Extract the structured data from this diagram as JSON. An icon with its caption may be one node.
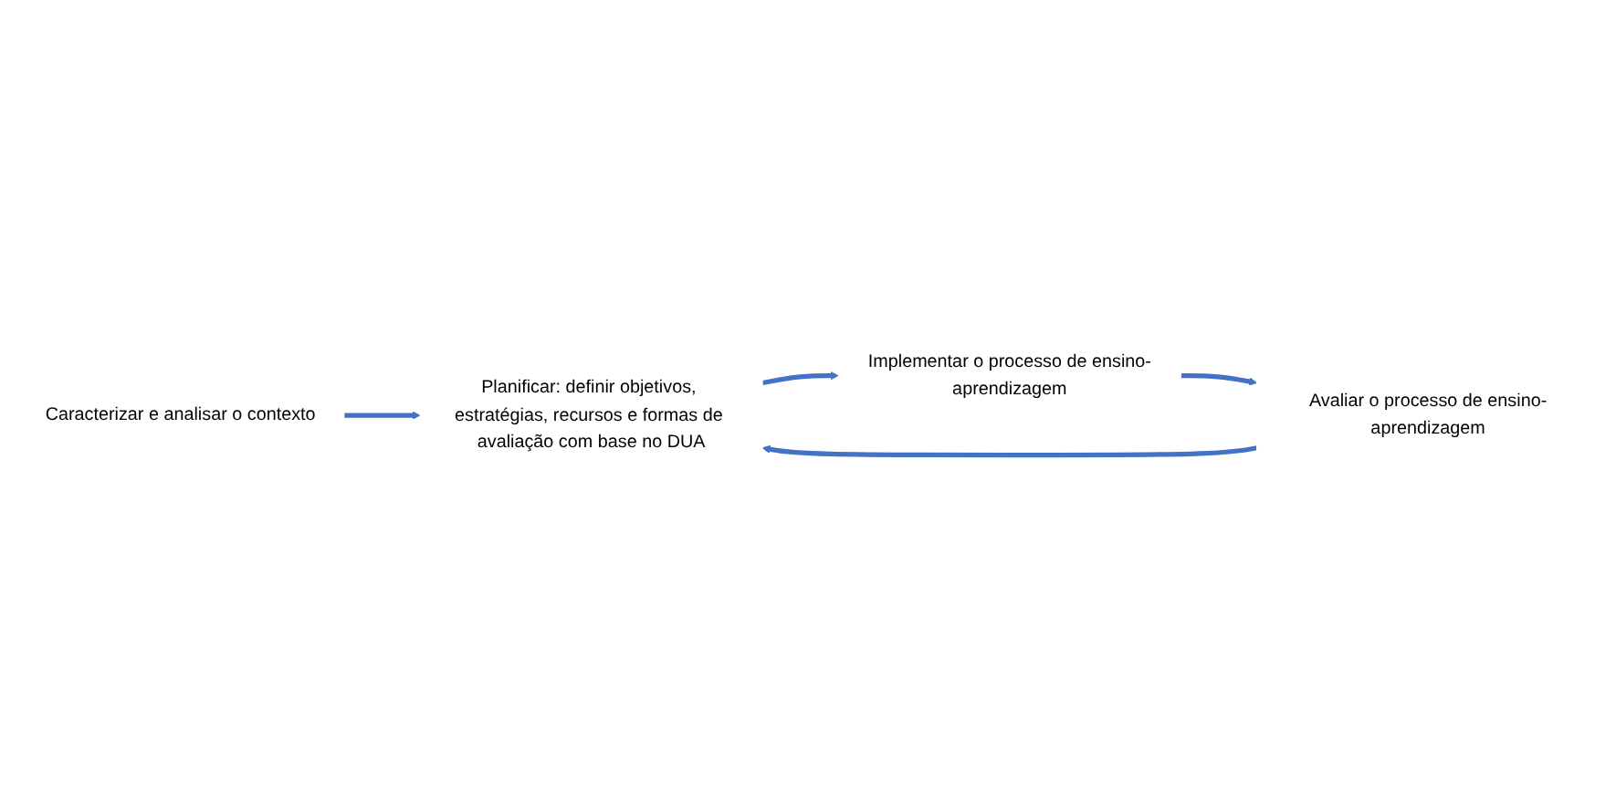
{
  "diagram": {
    "nodes": [
      {
        "text": [
          "Caracterizar e analisar o contexto"
        ]
      },
      {
        "text": [
          "Planificar: definir objetivos, estratégias, recursos e formas de avaliação com base no DUA"
        ]
      },
      {
        "text": [
          "Implementar o processo de ensino-aprendizagem"
        ]
      },
      {
        "text": [
          "Avaliar o processo de ensino-aprendizagem"
        ]
      }
    ],
    "edges": [
      {
        "from": 0,
        "to": 1,
        "arrow": "to"
      },
      {
        "from": 1,
        "to": 2,
        "arrow": "to"
      },
      {
        "from": 2,
        "to": 3,
        "arrow": "to"
      },
      {
        "from": 3,
        "to": 1,
        "arrow": "to"
      }
    ]
  }
}
